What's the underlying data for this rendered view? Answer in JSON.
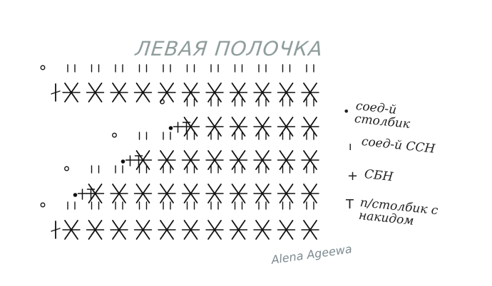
{
  "title": "ЛЕВАЯ ПОЛОЧКА",
  "legend": [
    {
      "icon": "slip-stitch-icon",
      "symbol": "•",
      "text": "соед-й столбик"
    },
    {
      "icon": "chain-stitch-icon",
      "symbol": "ı",
      "text": "соед-й ССН"
    },
    {
      "icon": "single-crochet-icon",
      "symbol": "+",
      "text": "СБН"
    },
    {
      "icon": "half-double-crochet-icon",
      "symbol": "T",
      "text": "п/столбик с накидом"
    }
  ],
  "watermark": "Alena Ageewa",
  "chart_data": {
    "type": "table",
    "columns": 11,
    "rows": [
      {
        "start": 0,
        "slip": true,
        "hdc": false,
        "sc": false
      },
      {
        "start": 5,
        "slip": true,
        "hdc": true,
        "sc": true
      },
      {
        "start": 3,
        "slip": true,
        "hdc": true,
        "sc": true
      },
      {
        "start": 1,
        "slip": true,
        "hdc": true,
        "sc": true
      },
      {
        "start": 0,
        "slip": true,
        "hdc": false,
        "sc": false
      }
    ]
  }
}
